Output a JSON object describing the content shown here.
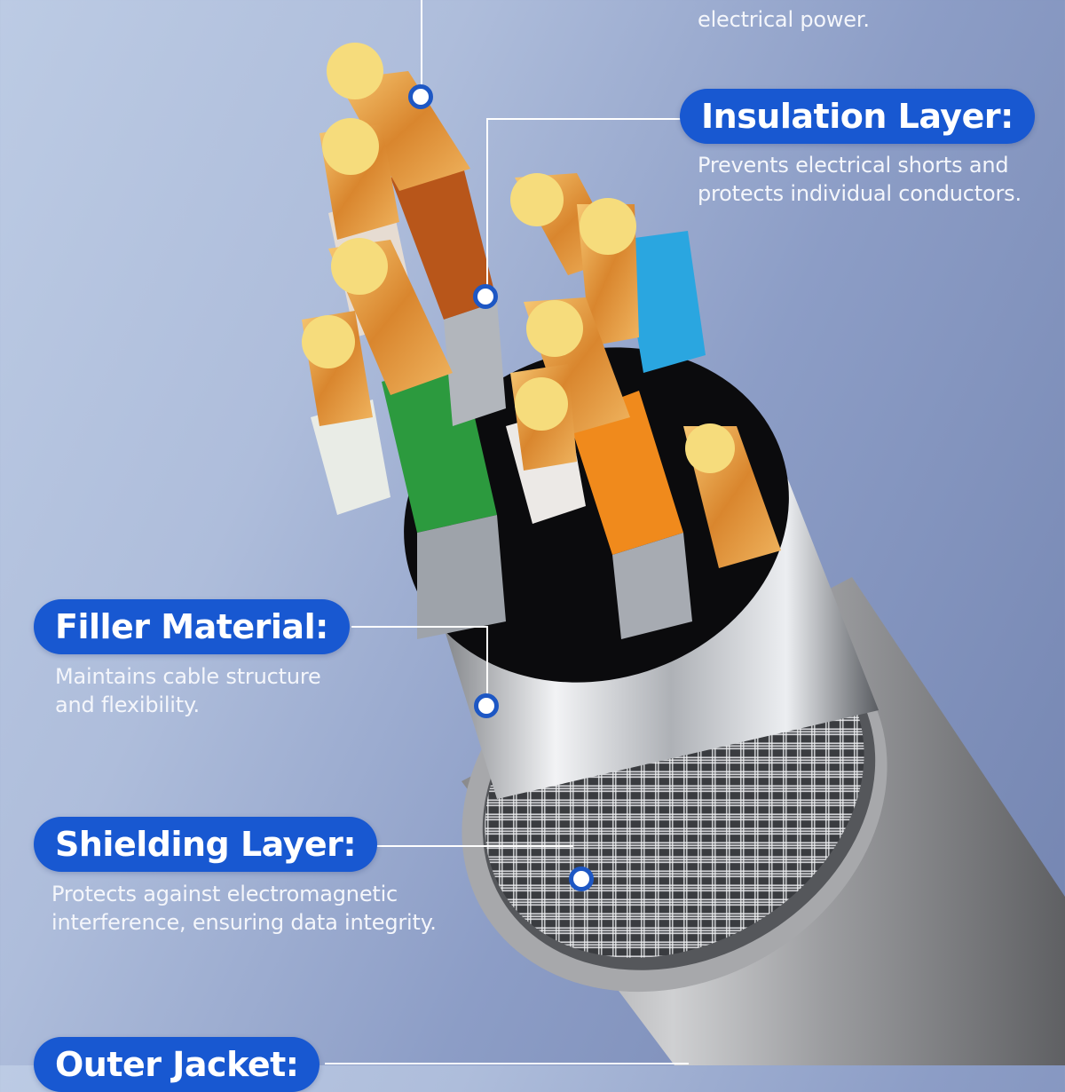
{
  "callouts": {
    "conductor": {
      "description_partial_top": "electrical power."
    },
    "insulation": {
      "title": "Insulation Layer:",
      "description": [
        "Prevents electrical shorts and",
        "protects individual conductors."
      ]
    },
    "filler": {
      "title": "Filler Material:",
      "description": [
        "Maintains cable structure",
        "and flexibility."
      ]
    },
    "shielding": {
      "title": "Shielding Layer:",
      "description": [
        "Protects against electromagnetic",
        "interference, ensuring data integrity."
      ]
    },
    "outer_jacket": {
      "title": "Outer Jacket:"
    }
  },
  "illustration": {
    "subject": "shielded twisted-pair network cable cross-section",
    "wire_colors": [
      "#b8561a",
      "#e8e2dc",
      "#2c9a3e",
      "#f08a1c",
      "#2aa6e0",
      "#c98a4a"
    ],
    "copper_color": "#e9a94a"
  },
  "colors": {
    "pill_blue": "#1858d1",
    "dot_ring": "#1d57c4",
    "text": "#f4f6fb",
    "leader_line": "#ffffff"
  }
}
